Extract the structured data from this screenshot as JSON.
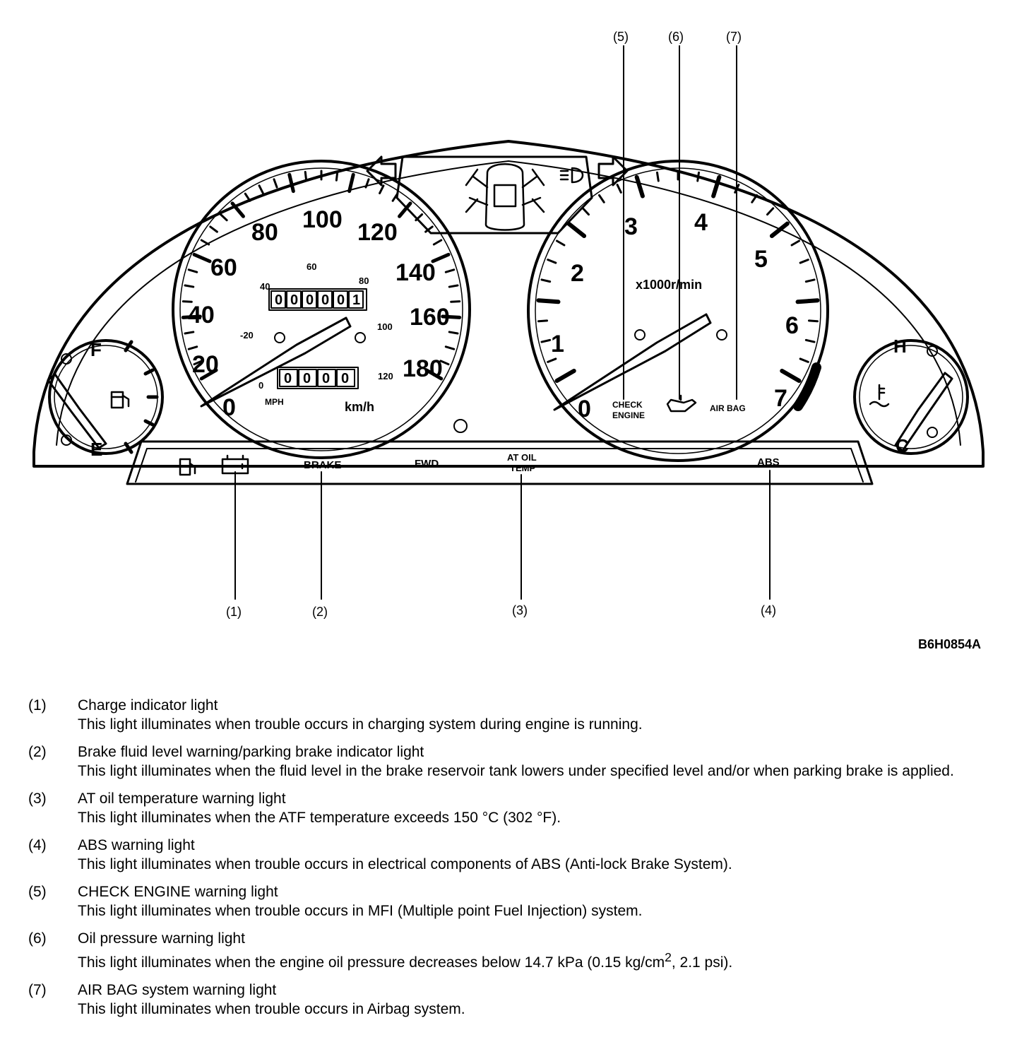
{
  "figure_code": "B6H0854A",
  "callouts": {
    "c1": "(1)",
    "c2": "(2)",
    "c3": "(3)",
    "c4": "(4)",
    "c5": "(5)",
    "c6": "(6)",
    "c7": "(7)"
  },
  "speedometer": {
    "mph_labels": [
      "0",
      "20",
      "40",
      "60",
      "80",
      "100",
      "120",
      "140",
      "160",
      "180"
    ],
    "kmh_labels": [
      "0",
      "-20",
      "40",
      "60",
      "80",
      "100",
      "120"
    ],
    "odometer": [
      "0",
      "0",
      "0",
      "0",
      "0",
      "1"
    ],
    "tripmeter": [
      "0",
      "0",
      "0",
      "0"
    ],
    "unit_mph": "MPH",
    "unit_kmh": "km/h"
  },
  "tachometer": {
    "labels": [
      "0",
      "1",
      "2",
      "3",
      "4",
      "5",
      "6",
      "7"
    ],
    "unit": "x1000r/min",
    "check_engine_line1": "CHECK",
    "check_engine_line2": "ENGINE",
    "airbag": "AIR BAG"
  },
  "fuel_gauge": {
    "full": "F",
    "empty": "E"
  },
  "temp_gauge": {
    "hot": "H",
    "cold": "C"
  },
  "indicators": {
    "brake": "BRAKE",
    "fwd": "FWD",
    "at_oil_line1": "AT OIL",
    "at_oil_line2": "TEMP",
    "abs": "ABS"
  },
  "icons": [
    "turn-left-arrow-icon",
    "turn-right-arrow-icon",
    "headlight-icon",
    "door-open-car-icon",
    "fuel-pump-icon",
    "battery-icon",
    "oil-can-icon",
    "coolant-temp-icon"
  ],
  "legend": [
    {
      "num": "(1)",
      "title": "Charge indicator light",
      "desc": "This light illuminates when trouble occurs in charging system during engine is running."
    },
    {
      "num": "(2)",
      "title": "Brake fluid level warning/parking brake indicator light",
      "desc": "This light illuminates when the fluid level in the brake reservoir tank lowers under specified level and/or when parking brake is applied."
    },
    {
      "num": "(3)",
      "title": "AT oil temperature warning light",
      "desc": "This light illuminates when the ATF temperature exceeds 150 °C (302 °F)."
    },
    {
      "num": "(4)",
      "title": "ABS warning light",
      "desc": "This light illuminates when trouble occurs in electrical components of ABS (Anti-lock Brake System)."
    },
    {
      "num": "(5)",
      "title": "CHECK ENGINE warning light",
      "desc": "This light illuminates when trouble occurs in MFI (Multiple point Fuel Injection) system."
    },
    {
      "num": "(6)",
      "title": "Oil pressure warning light",
      "desc_pre": "This light illuminates when the engine oil pressure decreases below 14.7 kPa (0.15 kg/cm",
      "desc_sup": "2",
      "desc_post": ", 2.1 psi)."
    },
    {
      "num": "(7)",
      "title": "AIR BAG system warning light",
      "desc": "This light illuminates when trouble occurs in Airbag system."
    }
  ]
}
